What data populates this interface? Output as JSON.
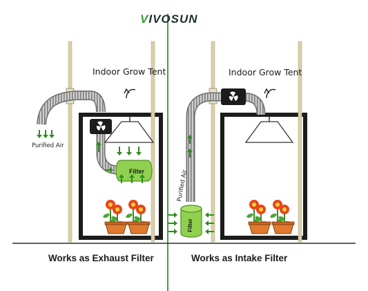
{
  "brand": {
    "name_first": "V",
    "name_rest": "IVOSUN"
  },
  "left_panel": {
    "tent_label": "Indoor Grow Tent",
    "air_label": "Purified Air",
    "filter_label": "Filter",
    "caption": "Works as Exhaust Filter"
  },
  "right_panel": {
    "tent_label": "Indoor Grow Tent",
    "air_label": "Purified Air",
    "filter_label": "Filter",
    "caption": "Works as Intake Filter"
  },
  "colors": {
    "tent_frame": "#1c1c1c",
    "pole": "#d9cfaa",
    "duct": "#8a8a8a",
    "filter_green": "#8fd14f",
    "arrow_green": "#2e8b1e",
    "divider_green": "#3ea63a",
    "flower_red": "#e8461a",
    "pot": "#e07a2e"
  }
}
